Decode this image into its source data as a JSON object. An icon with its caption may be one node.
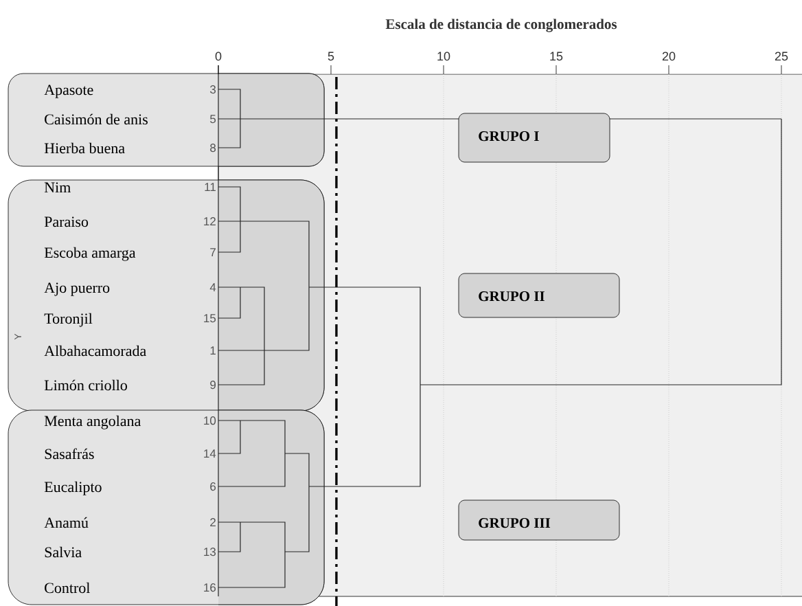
{
  "diagram": {
    "title": "Escala de distancia de conglomerados",
    "nodes": [
      {
        "text": [
          "Apasote",
          "Caisimón de anis",
          "Hierba buena"
        ]
      },
      {
        "text": [
          "GRUPO I"
        ]
      },
      {
        "text": [
          "Nim",
          "Paraiso",
          "Escoba amarga",
          "Ajo puerro",
          "Toronjil",
          "Albahacamorada",
          "Limón criollo"
        ]
      },
      {
        "text": [
          "GRUPO II"
        ]
      },
      {
        "text": [
          "Menta angolana",
          "Sasafrás",
          "Eucalipto",
          "Anamú",
          "Salvia",
          "Control"
        ]
      },
      {
        "text": [
          "GRUPO III"
        ]
      }
    ],
    "labels": [
      "0",
      "5",
      "10",
      "15",
      "20",
      "25",
      "3",
      "5",
      "8",
      "11",
      "12",
      "7",
      "4",
      "15",
      "1",
      "9",
      "10",
      "14",
      "6",
      "2",
      "13",
      "16",
      "Y"
    ]
  }
}
